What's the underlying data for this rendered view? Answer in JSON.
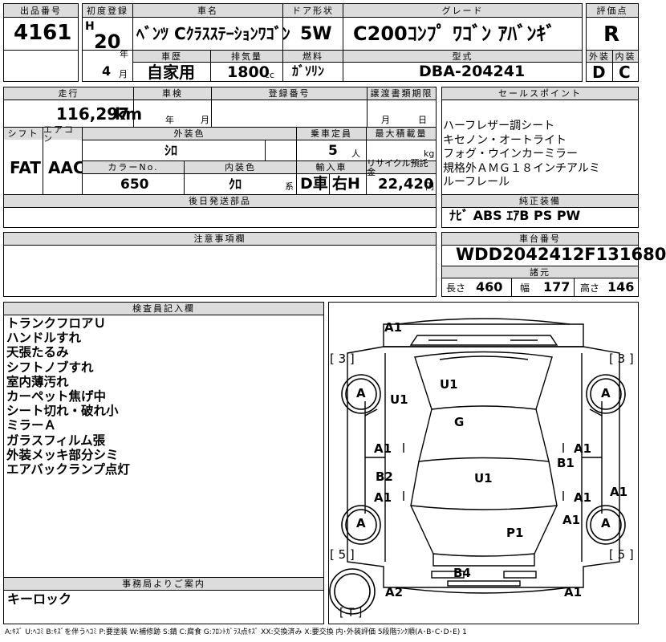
{
  "header": {
    "lot_label": "出品番号",
    "lot_no": "4161",
    "first_reg_label": "初度登録",
    "era": "H",
    "year": "20",
    "year_unit": "年",
    "month": "4",
    "month_unit": "月",
    "name_label": "車名",
    "name": "ﾍﾞﾝﾂ Cｸﾗｽｽﾃｰｼｮﾝﾜｺﾞﾝ",
    "history_label": "車歴",
    "history": "自家用",
    "displacement_label": "排気量",
    "displacement": "1800",
    "displacement_unit": "cc",
    "door_label": "ドア形状",
    "door": "5W",
    "fuel_label": "燃料",
    "fuel": "ｶﾞｿﾘﾝ",
    "grade_label": "グレード",
    "grade": "C200ｺﾝﾌﾟ ﾜｺﾞﾝ ｱﾊﾞﾝｷﾞ",
    "model_label": "型式",
    "model": "DBA-204241",
    "score_label": "評価点",
    "score": "R",
    "exterior_label": "外装",
    "exterior": "D",
    "interior_label": "内装",
    "interior": "C"
  },
  "info": {
    "mileage_label": "走行",
    "mileage": "116,297",
    "mileage_unit": "km",
    "inspection_label": "車検",
    "inspection_year_unit": "年",
    "inspection_month_unit": "月",
    "reg_no_label": "登録番号",
    "transfer_label": "譲渡書類期限",
    "transfer_month_unit": "月",
    "transfer_day_unit": "日",
    "shift_label": "シフト",
    "shift": "FAT",
    "ac_label": "エアコン",
    "ac": "AAC",
    "ext_color_label": "外装色",
    "ext_color": "ｼﾛ",
    "capacity_label": "乗車定員",
    "capacity": "5",
    "capacity_unit": "人",
    "max_load_label": "最大積載量",
    "max_load_unit": "kg",
    "color_no_label": "カラーNo.",
    "color_no": "650",
    "int_color_label": "内装色",
    "int_color": "ｸﾛ",
    "int_color_unit": "系",
    "import_label": "輸入車",
    "import": "D車",
    "handle": "右H",
    "recycle_label": "リサイクル預託金",
    "recycle": "22,420",
    "recycle_unit": "円",
    "later_parts_label": "後日発送部品",
    "notes_label": "注意事項欄"
  },
  "sales": {
    "label": "セールスポイント",
    "lines": [
      "ハーフレザー調シート",
      "キセノン・オートライト",
      "フォグ・ウインカーミラー",
      "規格外ＡＭＧ１８インチアルミ",
      "ルーフレール"
    ]
  },
  "equipment": {
    "label": "純正装備",
    "value": "ﾅﾋﾞ ABS ｴｱB PS PW"
  },
  "chassis": {
    "label": "車台番号",
    "value": "WDD2042412F131680"
  },
  "dims": {
    "label": "諸元",
    "length_label": "長さ",
    "length": "460",
    "width_label": "幅",
    "width": "177",
    "height_label": "高さ",
    "height": "146"
  },
  "inspector": {
    "label": "検査員記入欄",
    "lines": [
      "トランクフロアＵ",
      "ハンドルすれ",
      "天張たるみ",
      "シフトノブすれ",
      "室内薄汚れ",
      "カーペット焦げ中",
      "シート切れ・破れ小",
      "ミラーＡ",
      "ガラスフィルム張",
      "外装メッキ部分シミ",
      "エアバックランプ点灯"
    ]
  },
  "office": {
    "label": "事務局よりご案内",
    "text": "キーロック"
  },
  "diagram": {
    "bracket_3_left": "[ 3 ]",
    "bracket_3_right": "[ 3 ]",
    "bracket_5_left": "[ 5 ]",
    "bracket_5_right": "[ 5 ]",
    "bracket_T": "[ T ]",
    "marks": [
      "A1",
      "U1",
      "U1",
      "A",
      "A",
      "G",
      "A1",
      "A1",
      "B1",
      "B2",
      "U1",
      "A1",
      "A1",
      "A1",
      "A",
      "A",
      "A1",
      "P1",
      "B4",
      "A2",
      "A1"
    ]
  },
  "legend": "A:ｷｽﾞ U:ﾍｺﾐ B:ｷｽﾞを伴うﾍｺﾐ P:要塗装 W:補修跡 S:錆 C:腐食 G:ﾌﾛﾝﾄｶﾞﾗｽ点ｷｽﾞ XX:交換済み X:要交換 内･外装評価 5段階ﾗﾝｸ順(A･B･C･D･E) 1"
}
